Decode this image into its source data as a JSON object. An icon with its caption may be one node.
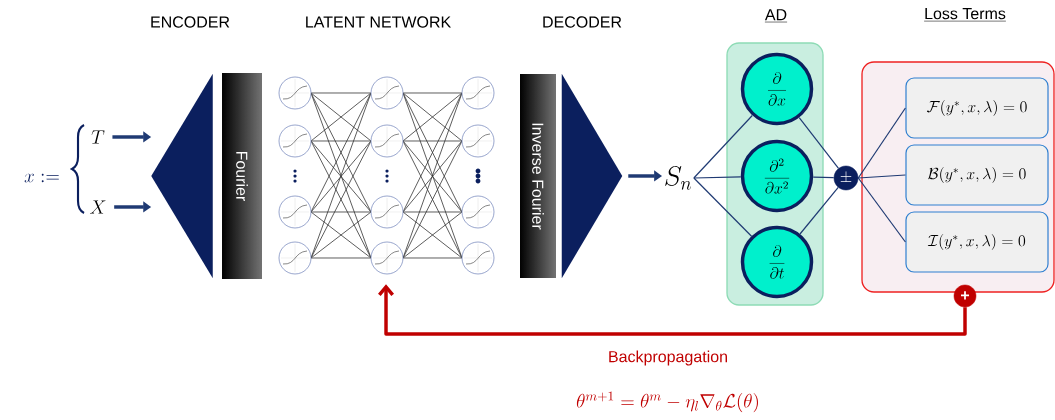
{
  "diagram": {
    "nodes": [
      {
        "text": [
          "T"
        ]
      },
      {
        "text": [
          "X"
        ]
      },
      {
        "text": [],
        "shape": "triangle"
      },
      {
        "text": [
          "Fourier"
        ]
      },
      {
        "text": [],
        "shape": "network"
      },
      {
        "text": [
          "Inverse Fourier"
        ]
      },
      {
        "text": [],
        "shape": "triangle"
      },
      {
        "text": [
          "S_n"
        ]
      },
      {
        "text": [
          "AD"
        ]
      },
      {
        "text": [
          "\\frac{\\partial}{\\partial x}"
        ],
        "in": 8
      },
      {
        "text": [
          "\\frac{\\partial^2}{\\partial x^2}"
        ],
        "in": 8
      },
      {
        "text": [
          "\\frac{\\partial}{\\partial t}"
        ],
        "in": 8
      },
      {
        "text": [
          "\\pm"
        ]
      },
      {
        "text": [
          "Loss Terms"
        ]
      },
      {
        "text": [
          "\\mathcal{F}(y^*, x, \\lambda) = 0"
        ],
        "in": 13
      },
      {
        "text": [
          "\\mathcal{B}(y^*, x, \\lambda) = 0"
        ],
        "in": 13
      },
      {
        "text": [
          "\\mathcal{I}(y^*, x, \\lambda) = 0"
        ],
        "in": 13
      },
      {
        "text": [
          "+"
        ]
      }
    ],
    "edges": [
      {
        "from": 0,
        "to": 2,
        "arrow": "to",
        "style": "thick"
      },
      {
        "from": 1,
        "to": 2,
        "arrow": "to",
        "style": "thick"
      },
      {
        "from": 6,
        "to": 7,
        "arrow": "to",
        "style": "thick"
      },
      {
        "from": 7,
        "to": 9,
        "arrow": "none"
      },
      {
        "from": 7,
        "to": 10,
        "arrow": "none"
      },
      {
        "from": 7,
        "to": 11,
        "arrow": "none"
      },
      {
        "from": 9,
        "to": 12,
        "arrow": "none"
      },
      {
        "from": 10,
        "to": 12,
        "arrow": "none"
      },
      {
        "from": 11,
        "to": 12,
        "arrow": "none"
      },
      {
        "from": 12,
        "to": 14,
        "arrow": "none"
      },
      {
        "from": 12,
        "to": 15,
        "arrow": "none"
      },
      {
        "from": 12,
        "to": 16,
        "arrow": "none"
      },
      {
        "from": 17,
        "to": 4,
        "arrow": "to",
        "style": "thick",
        "color": "#c00000",
        "label": "Backpropagation"
      }
    ],
    "labels": [
      "ENCODER",
      "LATENT NETWORK",
      "DECODER",
      "x :=",
      "\\theta^{m+1} = \\theta^m - \\eta_l \\nabla_\\theta \\mathcal{L}(\\theta)"
    ]
  }
}
